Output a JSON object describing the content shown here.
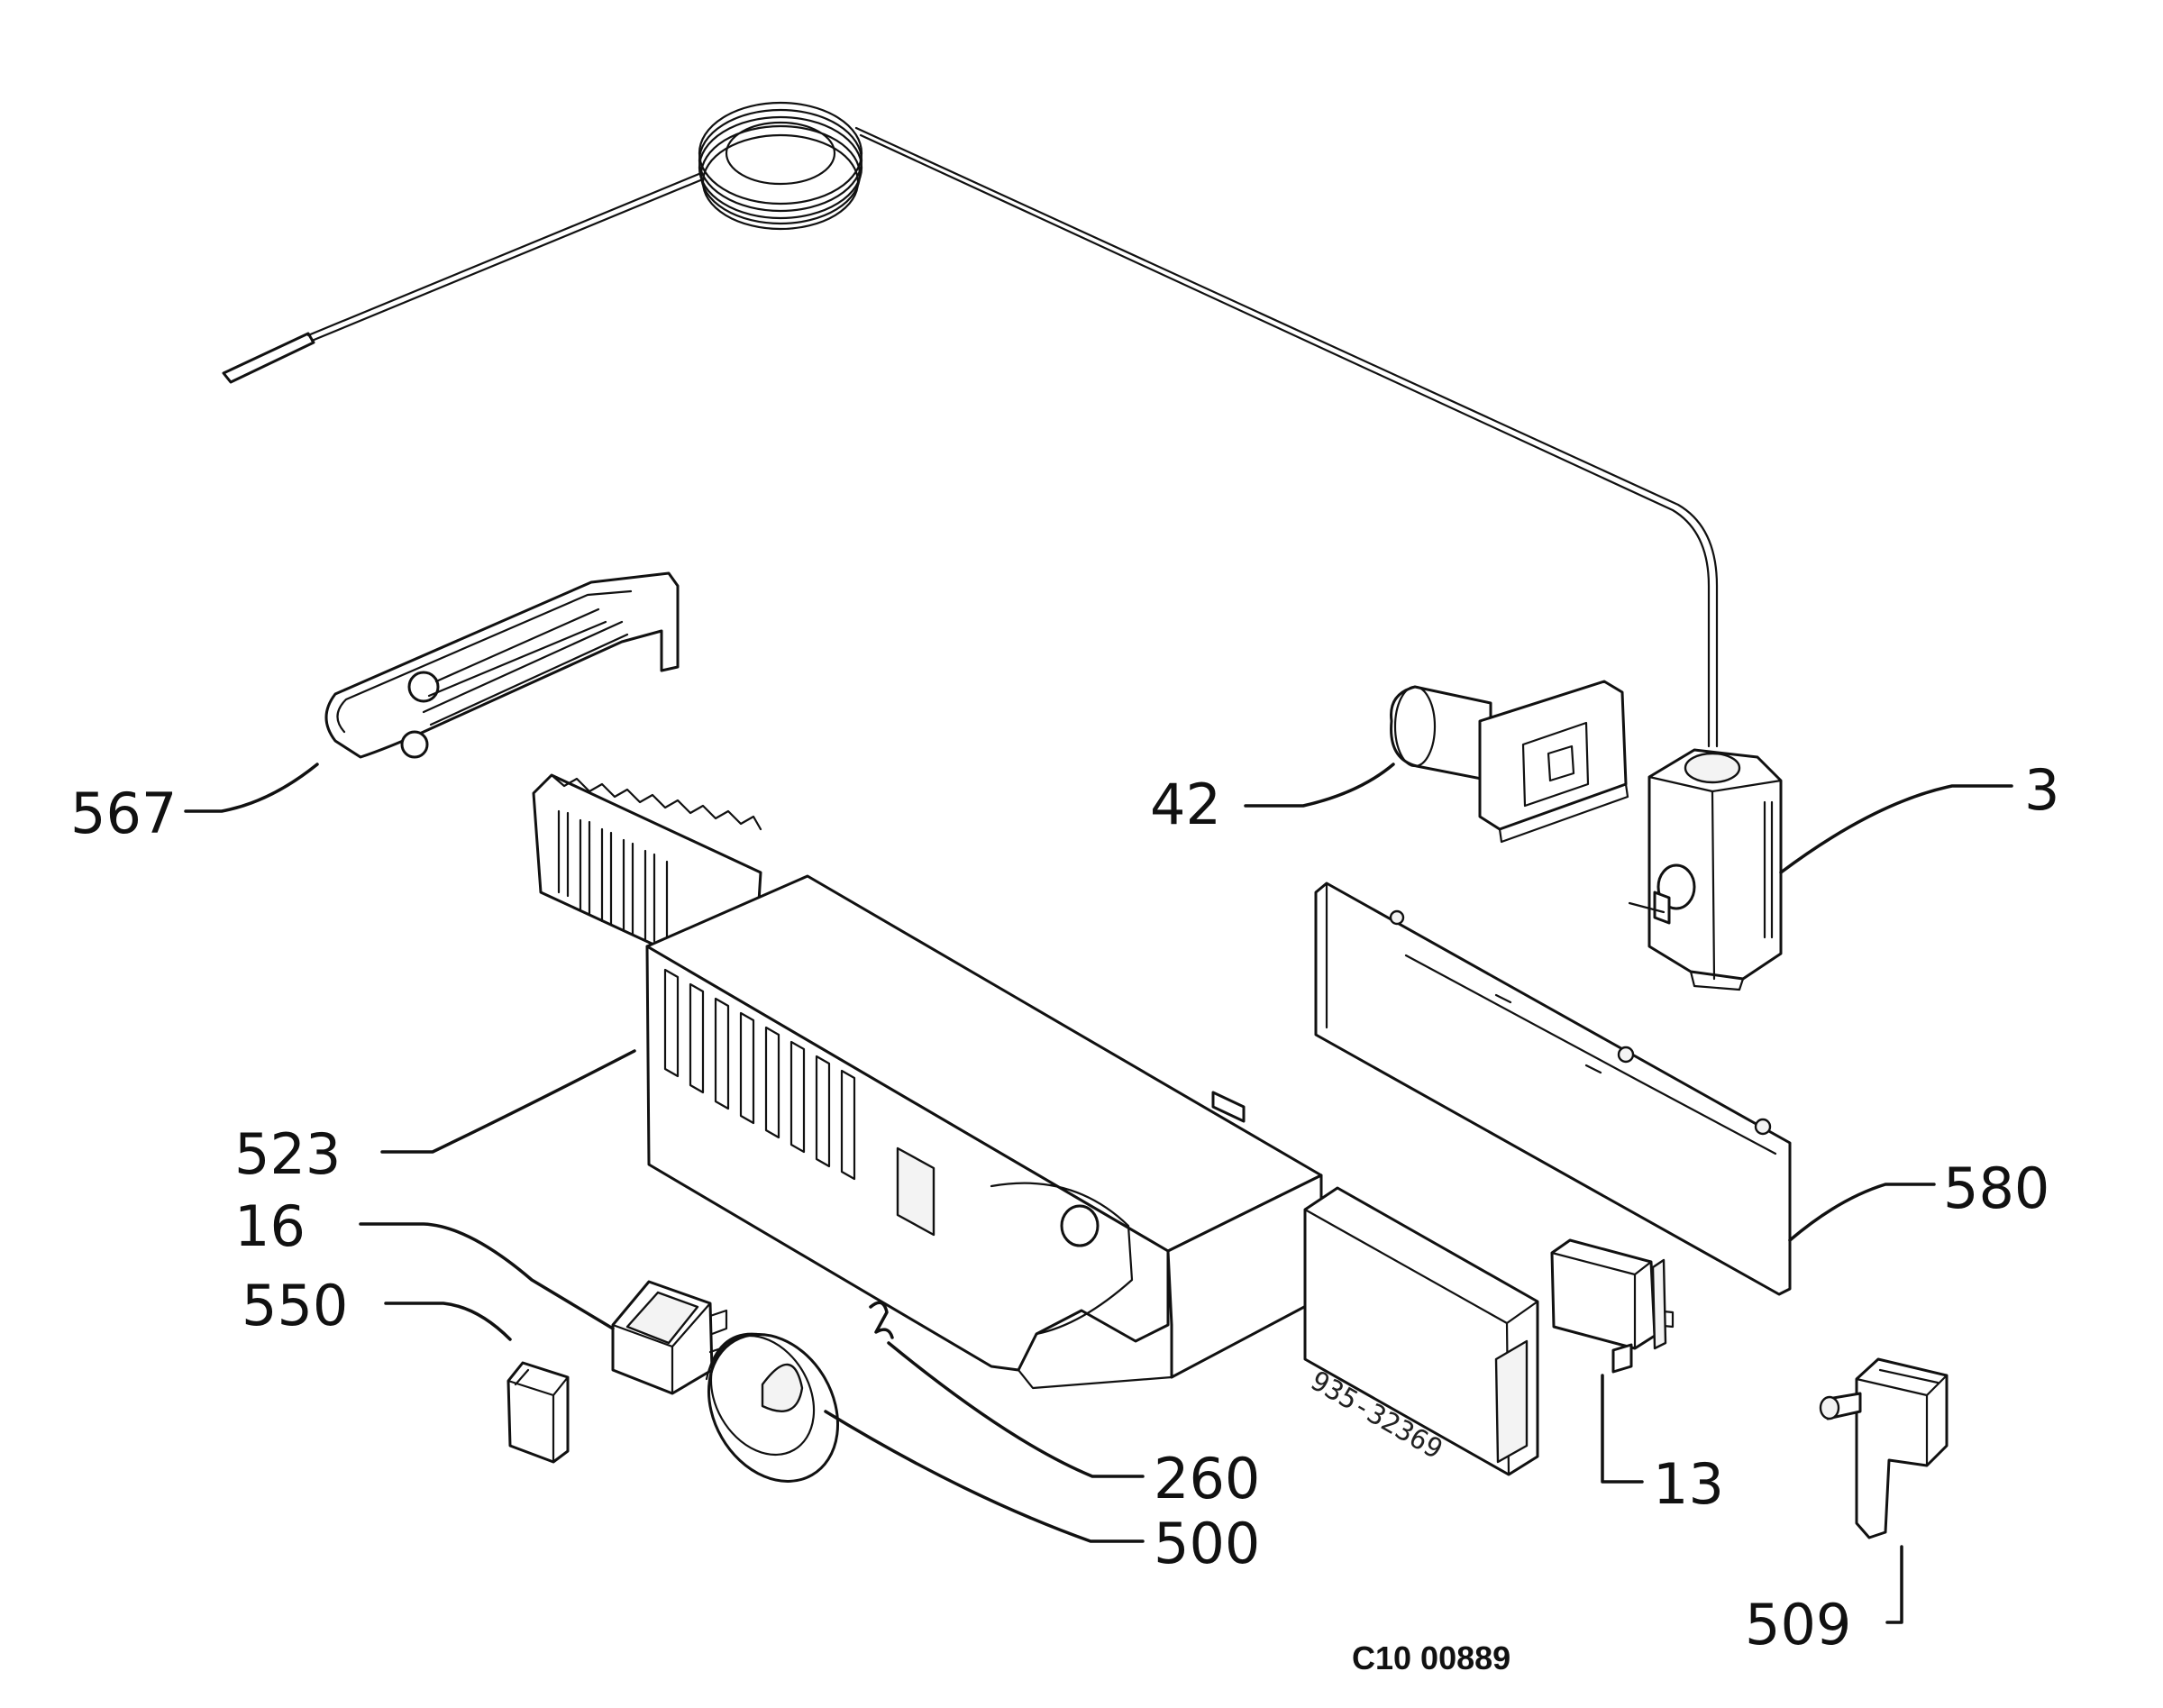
{
  "diagram": {
    "reference_code": "C10 00889",
    "component_stamp": "935-32369",
    "callouts": [
      {
        "id": "567",
        "text": "567"
      },
      {
        "id": "42",
        "text": "42"
      },
      {
        "id": "3",
        "text": "3"
      },
      {
        "id": "523",
        "text": "523"
      },
      {
        "id": "580",
        "text": "580"
      },
      {
        "id": "16",
        "text": "16"
      },
      {
        "id": "550",
        "text": "550"
      },
      {
        "id": "260",
        "text": "260"
      },
      {
        "id": "500",
        "text": "500"
      },
      {
        "id": "13",
        "text": "13"
      },
      {
        "id": "509",
        "text": "509"
      }
    ]
  }
}
